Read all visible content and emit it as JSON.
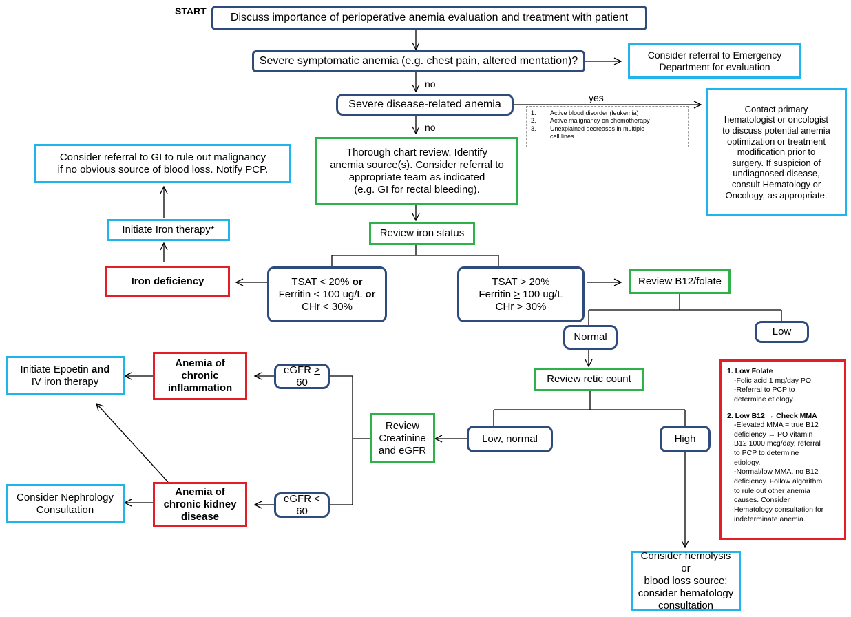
{
  "start_label": "START",
  "nodes": {
    "discuss": "Discuss importance of perioperative anemia evaluation and treatment with patient",
    "severe_symptomatic": "Severe symptomatic anemia (e.g. chest pain, altered mentation)?",
    "emergency_referral": [
      "Consider referral to  Emergency",
      "Department for evaluation"
    ],
    "severe_disease": "Severe disease-related anemia",
    "disease_list": [
      {
        "num": "1.",
        "text": "Active blood disorder (leukemia)"
      },
      {
        "num": "2.",
        "text": "Active malignancy on chemotherapy"
      },
      {
        "num": "3.",
        "text": "Unexplained decreases in multiple  cell lines"
      }
    ],
    "contact_hematologist": [
      "Contact primary",
      "hematologist or oncologist",
      "to discuss potential anemia",
      "optimization or treatment",
      "modification prior to",
      "surgery.  If suspicion of",
      "undiagnosed disease,",
      "consult Hematology or",
      "Oncology, as appropriate."
    ],
    "chart_review": [
      "Thorough chart review. Identify",
      "anemia source(s). Consider referral to",
      "appropriate team as indicated",
      "(e.g. GI for rectal bleeding)."
    ],
    "gi_referral": [
      "Consider referral to GI to rule out malignancy",
      "if no obvious source of blood loss.  Notify PCP."
    ],
    "initiate_iron": "Initiate Iron therapy*",
    "review_iron": "Review iron status",
    "iron_deficiency": "Iron deficiency",
    "low_iron_criteria": {
      "l1": "TSAT < 20% ",
      "l1b": "or",
      "l2": "Ferritin < 100 ug/L ",
      "l2b": "or",
      "l3": "CHr < 30%"
    },
    "normal_iron_criteria": {
      "l1a": "TSAT ",
      "l1u": "&gt;",
      "l1c": " 20%",
      "l2a": "Ferritin ",
      "l2u": "&gt;",
      "l2c": " 100 ug/L",
      "l3": "CHr > 30%"
    },
    "review_b12": "Review B12/folate",
    "normal": "Normal",
    "low": "Low",
    "review_retic": "Review retic count",
    "low_normal": "Low, normal",
    "high": "High",
    "review_creatinine": [
      "Review",
      "Creatinine",
      "and eGFR"
    ],
    "egfr_high_a": "eGFR ",
    "egfr_high_u": ">",
    "egfr_high_b": " 60",
    "egfr_low": "eGFR < 60",
    "anemia_inflammation": [
      "Anemia of",
      "chronic",
      "inflammation"
    ],
    "anemia_ckd": [
      "Anemia of",
      "chronic kidney",
      "disease"
    ],
    "epoetin_a": "Initiate Epoetin ",
    "epoetin_b": "and",
    "epoetin_c": "IV iron therapy",
    "nephrology": [
      "Consider Nephrology",
      "Consultation"
    ],
    "hemolysis": [
      "Consider hemolysis or",
      "blood loss source:",
      "consider hematology",
      "consultation"
    ],
    "low_folate_b12": {
      "h1": "1. Low Folate",
      "l1": "-Folic acid 1 mg/day  PO.",
      "l2": "-Referral to PCP to",
      "l3": "determine etiology.",
      "h2": "2. Low B12 → Check MMA",
      "l4": "-Elevated  MMA = true B12",
      "l5": "deficiency → PO vitamin",
      "l6": "B12 1000 mcg/day, referral",
      "l7": "to PCP to determine",
      "l8": "etiology.",
      "l9": "-Normal/low MMA, no B12",
      "l10": "deficiency. Follow algorithm",
      "l11": "to rule out other anemia",
      "l12": "causes.  Consider",
      "l13": "Hematology consultation for",
      "l14": "indeterminate anemia."
    }
  },
  "edge_labels": {
    "no1": "no",
    "no2": "no",
    "yes": "yes"
  },
  "colors": {
    "decision_border": "#2f4b7c",
    "referral_border": "#1fb4ec",
    "review_border": "#2db24a",
    "diagnosis_border": "#e41e26"
  }
}
